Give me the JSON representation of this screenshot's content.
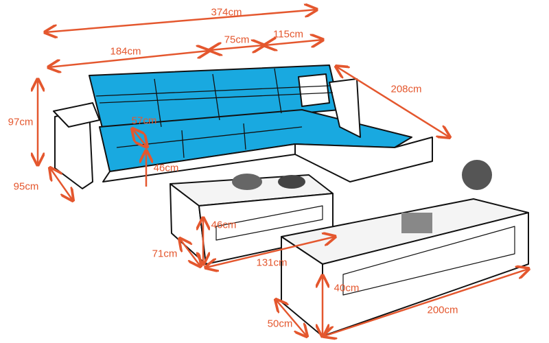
{
  "colors": {
    "dimension": "#e4572e",
    "sofa": "#19a9e0",
    "outline": "#111111"
  },
  "dimensions": {
    "total_length": "374cm",
    "main_section": "184cm",
    "middle_section": "75cm",
    "corner_section": "115cm",
    "chaise_length": "208cm",
    "height": "97cm",
    "seat_depth": "57cm",
    "seat_height": "46cm",
    "depth": "95cm",
    "coffee_table_height": "46cm",
    "coffee_table_depth": "71cm",
    "coffee_table_length": "131cm",
    "tv_stand_height": "40cm",
    "tv_stand_depth": "50cm",
    "tv_stand_length": "200cm"
  }
}
